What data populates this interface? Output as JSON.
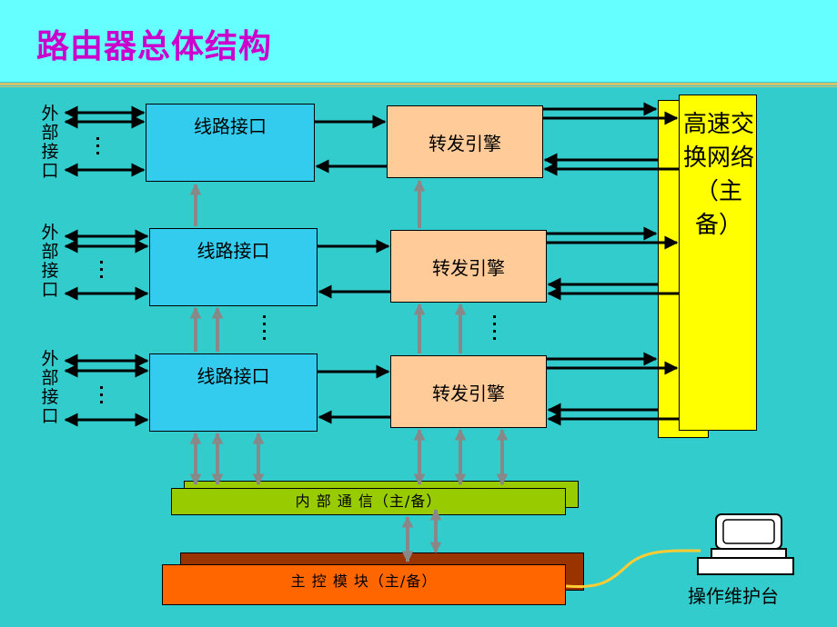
{
  "title": "路由器总体结构",
  "line_interface_label": "线路接口",
  "forwarding_engine_label": "转发引擎",
  "external_interface_label": "外部接口",
  "switch_fabric_label": "高速交换网络（主备）",
  "internal_bus_label": "内 部 通 信（主/备）",
  "control_module_label": "主 控 模 块（主/备）",
  "console_label": "操作维护台",
  "ellipsis": "…",
  "colors": {
    "background": "#33cccc",
    "title_band": "#66ffff",
    "title_text": "#cc00cc",
    "line_interface": "#33ccee",
    "forwarding_engine": "#ffcc99",
    "switch_fabric": "#ffff00",
    "internal_bus": "#99cc00",
    "control_module": "#ff6600",
    "control_module_shadow": "#993300",
    "cable": "#ffcc33"
  }
}
